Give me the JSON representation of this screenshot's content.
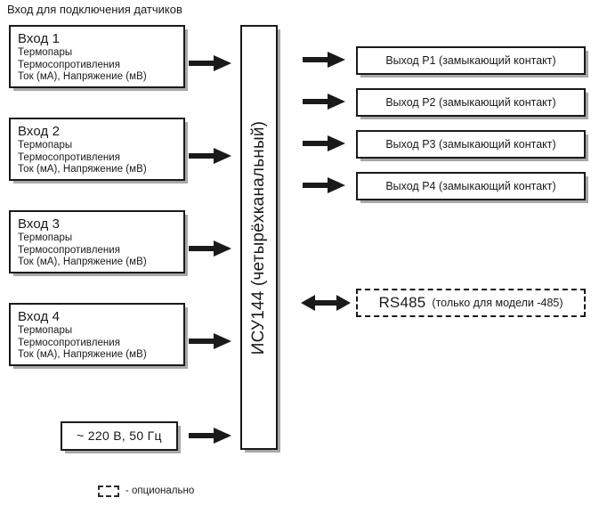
{
  "diagram": {
    "caption": "Вход для подключения датчиков",
    "colors": {
      "line": "#1a1a1a",
      "shadow": "#a8a8a8",
      "background": "#ffffff"
    },
    "inputs": [
      {
        "title": "Вход 1",
        "lines": [
          "Термопары",
          "Термосопротивления",
          "Ток (мА), Напряжение (мВ)"
        ]
      },
      {
        "title": "Вход 2",
        "lines": [
          "Термопары",
          "Термосопротивления",
          "Ток (мА), Напряжение (мВ)"
        ]
      },
      {
        "title": "Вход 3",
        "lines": [
          "Термопары",
          "Термосопротивления",
          "Ток (мА), Напряжение (мВ)"
        ]
      },
      {
        "title": "Вход 4",
        "lines": [
          "Термопары",
          "Термосопротивления",
          "Ток (мА), Напряжение (мВ)"
        ]
      }
    ],
    "device": {
      "label": "ИСУ144 (четырёхканальный)"
    },
    "outputs": [
      {
        "label": "Выход Р1 (замыкающий контакт)"
      },
      {
        "label": "Выход Р2 (замыкающий контакт)"
      },
      {
        "label": "Выход Р3 (замыкающий контакт)"
      },
      {
        "label": "Выход Р4 (замыкающий контакт)"
      }
    ],
    "rs485": {
      "name": "RS485",
      "note": "(только для модели -485)"
    },
    "power": {
      "label": "~  220 В, 50 Гц"
    },
    "legend": {
      "text": "- опционально"
    }
  }
}
